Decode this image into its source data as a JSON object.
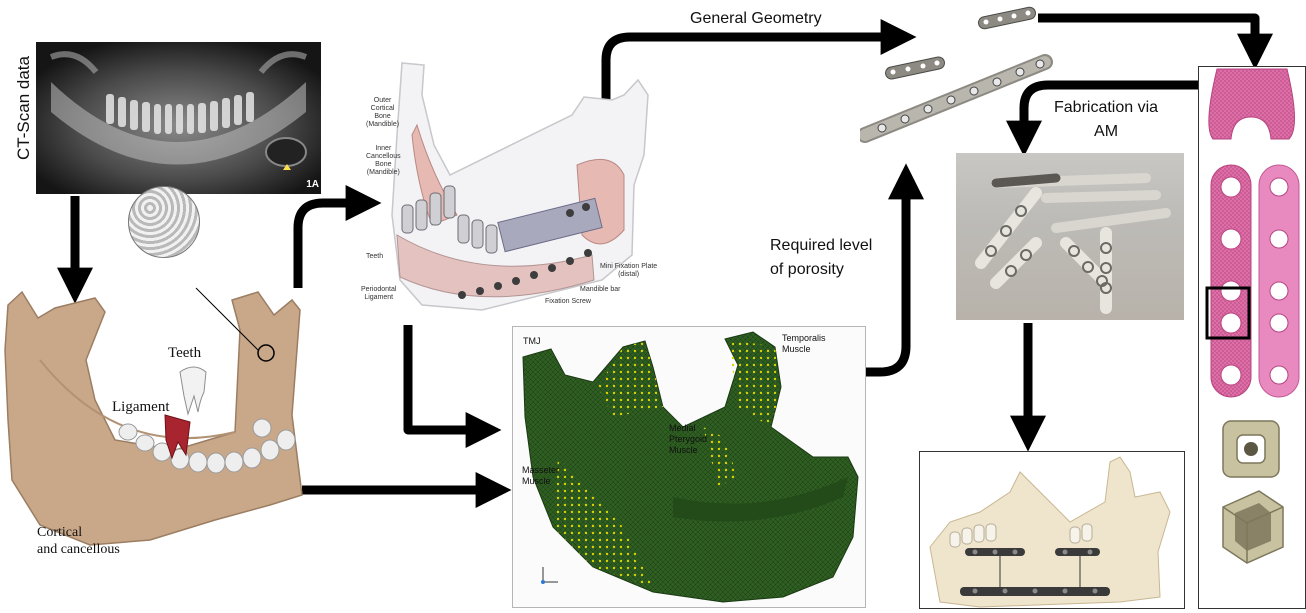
{
  "labels": {
    "ct_scan": "CT-Scan data",
    "ct_marker": "1A",
    "teeth": "Teeth",
    "ligament": "Ligament",
    "cortical_line1": "Cortical",
    "cortical_line2": "and cancellous",
    "outer_cortical": [
      "Outer",
      "Cortical",
      "Bone",
      "(Mandible)"
    ],
    "inner_cancellous": [
      "Inner",
      "Cancellous",
      "Bone",
      "(Mandible)"
    ],
    "model_teeth": "Teeth",
    "periodontal": [
      "Periodontal",
      "Ligament"
    ],
    "mini_plate": [
      "Mini Fixation Plate",
      "(distal)"
    ],
    "mandible_bar": "Mandible bar",
    "fixation_screw": "Fixation Screw",
    "general_geometry": "General Geometry",
    "required_porosity_1": "Required level",
    "required_porosity_2": "of porosity",
    "fabrication_1": "Fabrication via",
    "fabrication_2": "AM",
    "tmj": "TMJ",
    "temporalis": [
      "Temporalis",
      "Muscle"
    ],
    "medial_pterygoid": [
      "Medial",
      "Pterygoid",
      "Muscle"
    ],
    "masseter": [
      "Masseter",
      "Muscle"
    ]
  },
  "colors": {
    "arrow": "#000000",
    "bone": "#c9a88a",
    "fem_mesh": "#2f5e22",
    "muscle_points": "#d8d200",
    "plate_pink": "#e070a8",
    "lattice": "#b9b39a",
    "screw": "#3a3a3a"
  }
}
